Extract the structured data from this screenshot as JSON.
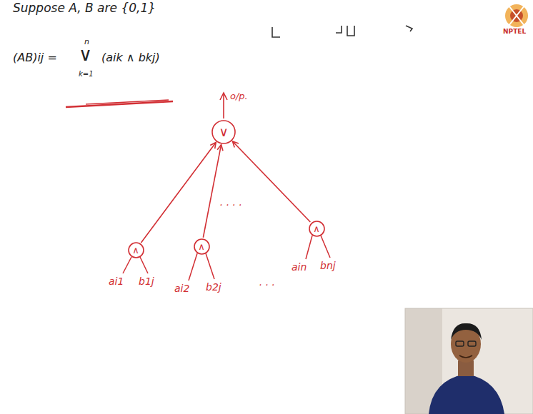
{
  "diagram": {
    "nodes": [
      {
        "text": [
          "∨"
        ]
      },
      {
        "text": [
          "∧"
        ]
      },
      {
        "text": [
          "∧"
        ]
      },
      {
        "text": [
          "∧"
        ]
      }
    ],
    "edges": [
      {
        "from": 1,
        "to": 0,
        "arrow": "to"
      },
      {
        "from": 2,
        "to": 0,
        "arrow": "to"
      },
      {
        "from": 3,
        "to": 0,
        "arrow": "to"
      }
    ],
    "labels": [
      "Suppose A, B are {0,1}",
      "(AB)ij =",
      "n",
      "∨",
      "k=1",
      "(aik ∧ bkj)",
      "o/p.",
      "· · · ·",
      "ai1",
      "b1j",
      "ai2",
      "b2j",
      "· · ·",
      "ain",
      "bnj",
      "NPTEL"
    ]
  }
}
